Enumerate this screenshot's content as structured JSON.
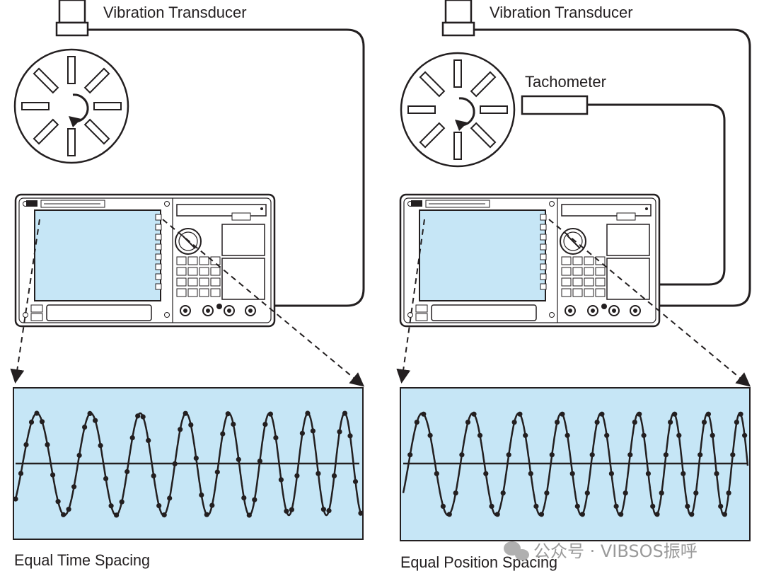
{
  "left_panel": {
    "transducer_label": "Vibration Transducer",
    "caption": "Equal Time Spacing"
  },
  "right_panel": {
    "transducer_label": "Vibration Transducer",
    "tachometer_label": "Tachometer",
    "caption": "Equal Position Spacing"
  },
  "watermark": "公众号 · VIBSOS振呼",
  "colors": {
    "screen_fill": "#c6e6f6",
    "line": "#231f20",
    "watermark": "#9a9a9a"
  }
}
